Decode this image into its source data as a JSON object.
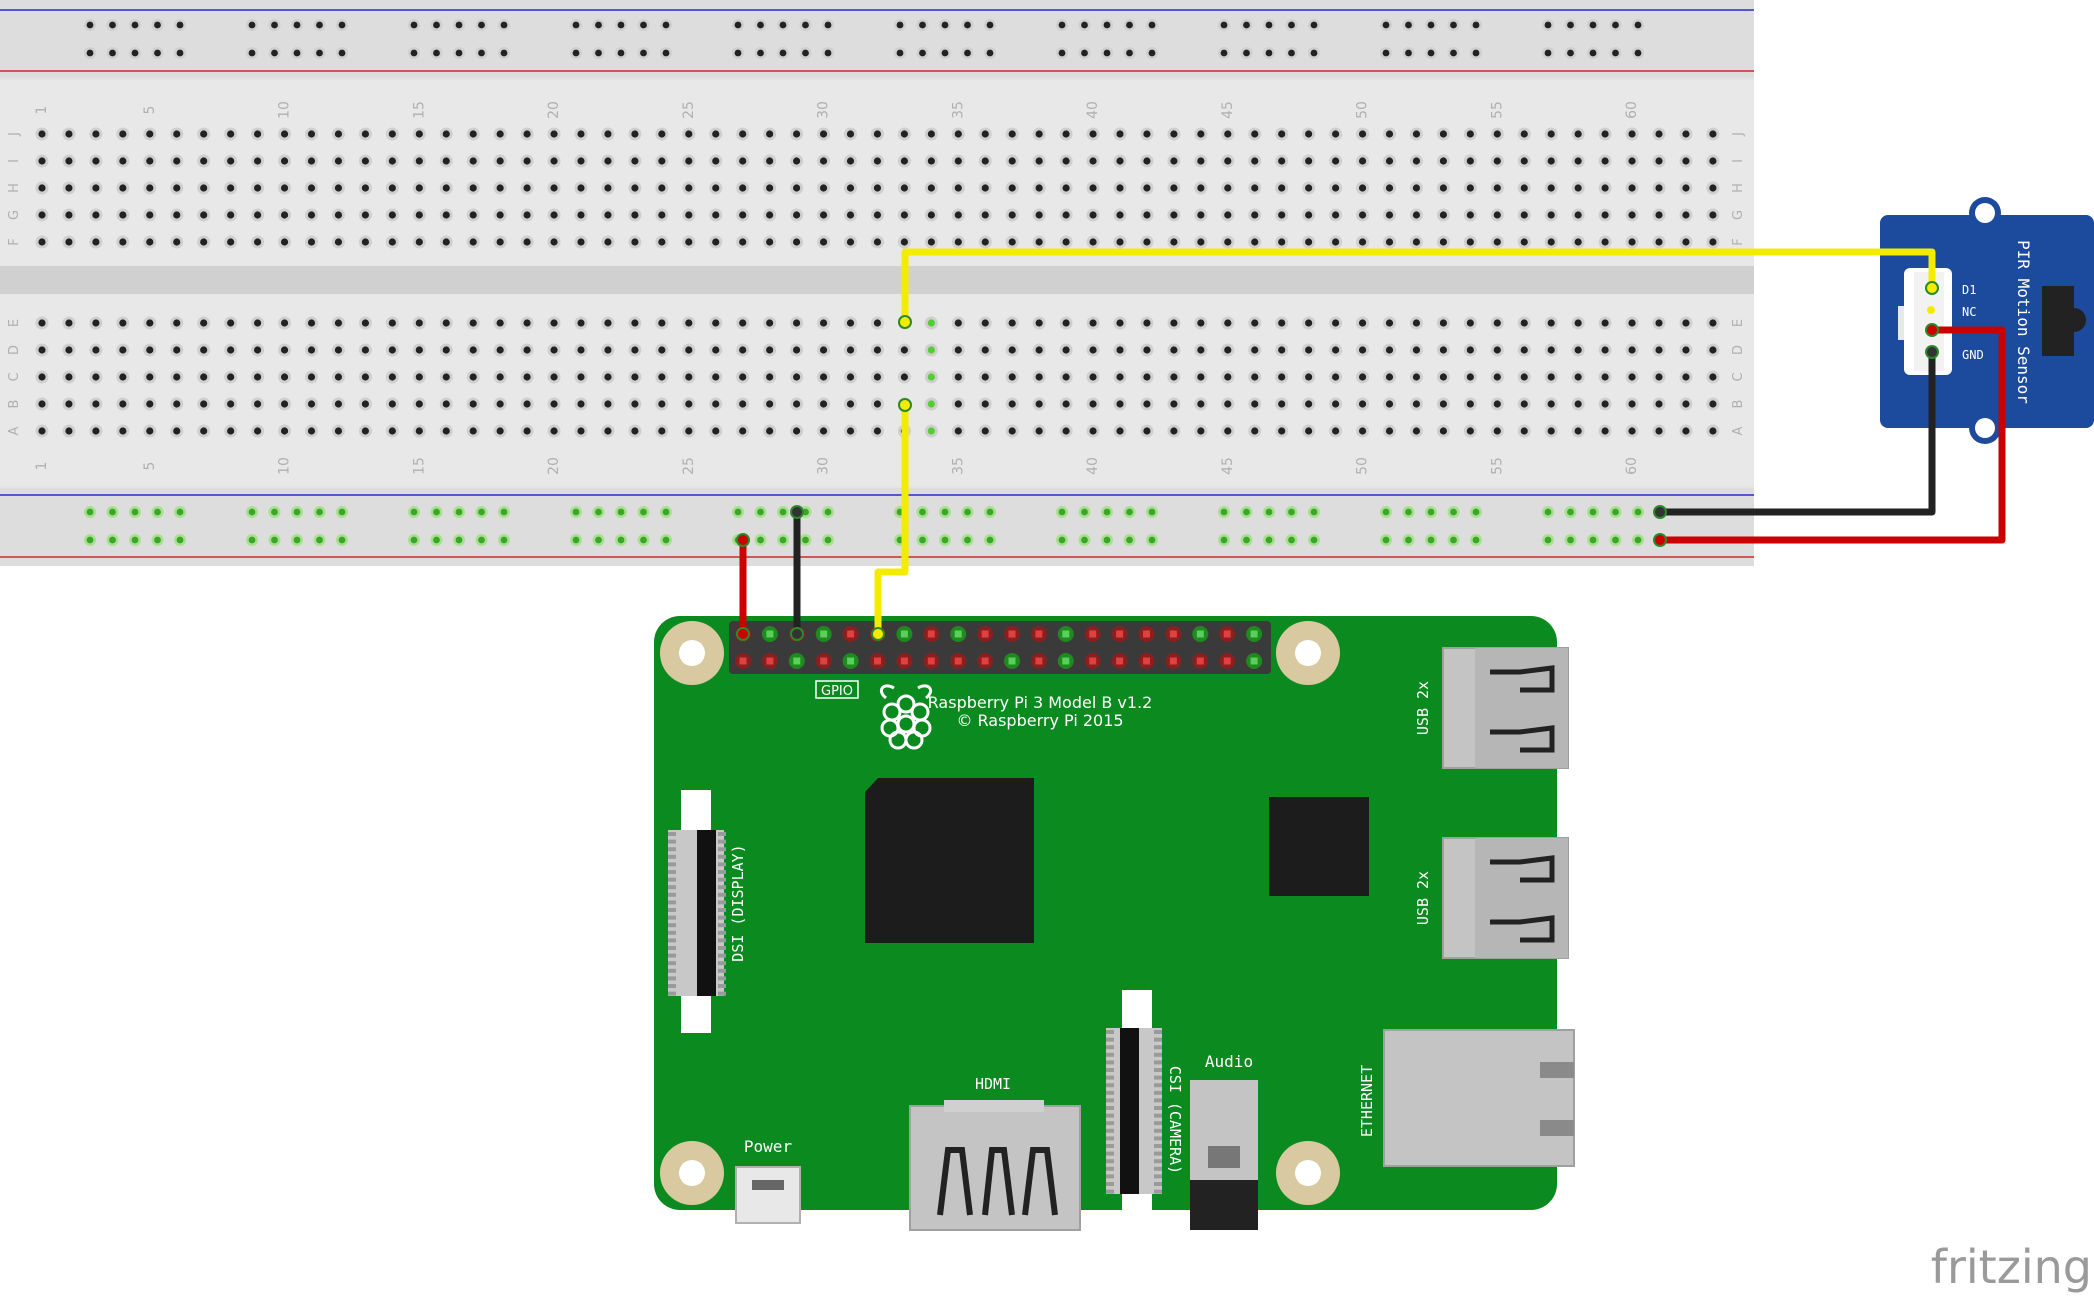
{
  "breadboard": {
    "column_numbers": [
      "1",
      "5",
      "10",
      "15",
      "20",
      "25",
      "30",
      "35",
      "40",
      "45",
      "50",
      "55",
      "60"
    ],
    "top_row_letters": [
      "J",
      "I",
      "H",
      "G",
      "F"
    ],
    "bottom_row_letters": [
      "E",
      "D",
      "C",
      "B",
      "A"
    ]
  },
  "sensor": {
    "title": "PIR Motion Sensor",
    "pin_d1": "D1",
    "pin_nc": "NC",
    "pin_gnd": "GND"
  },
  "raspberry_pi": {
    "model_line": "Raspberry Pi 3 Model B v1.2",
    "copyright_line": "© Raspberry Pi 2015",
    "gpio_label": "GPIO",
    "usb_label_1": "USB 2x",
    "usb_label_2": "USB 2x",
    "ethernet_label": "ETHERNET",
    "dsi_label": "DSI (DISPLAY)",
    "csi_label": "CSI (CAMERA)",
    "hdmi_label": "HDMI",
    "audio_label": "Audio",
    "power_label": "Power"
  },
  "watermark": "fritzing",
  "colors": {
    "board_green": "#0b8a1f",
    "sensor_blue": "#1c4a9c",
    "wire_yellow": "#f4ec00",
    "wire_red": "#cc0000",
    "wire_black": "#222222",
    "breadboard_gray": "#e2e2e2",
    "rail_blue": "#2a2ad0",
    "rail_red": "#d02a2a"
  }
}
